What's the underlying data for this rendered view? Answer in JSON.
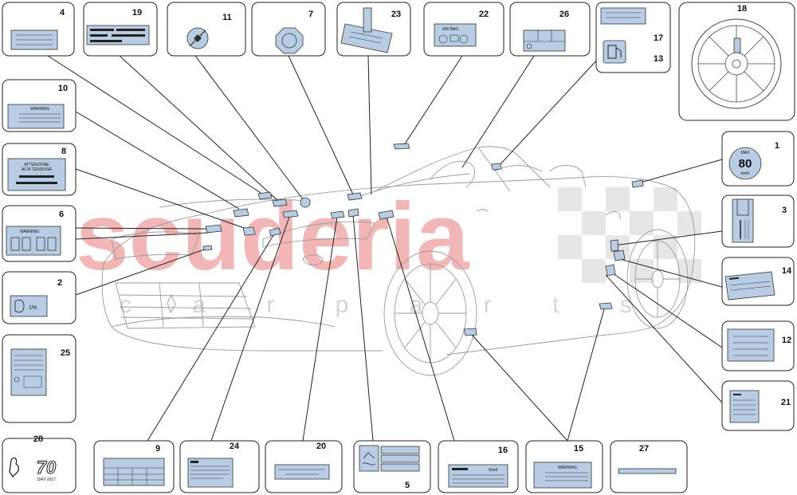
{
  "watermark": {
    "main": "scuderia",
    "sub": "c a r p a r t s"
  },
  "callouts": {
    "c1": "1",
    "c2": "2",
    "c3": "3",
    "c4": "4",
    "c5": "5",
    "c6": "6",
    "c7": "7",
    "c8": "8",
    "c9": "9",
    "c10": "10",
    "c11": "11",
    "c12": "12",
    "c13": "13",
    "c14": "14",
    "c15": "15",
    "c16": "16",
    "c17": "17",
    "c18": "18",
    "c19": "19",
    "c20": "20",
    "c21": "21",
    "c22": "22",
    "c23": "23",
    "c24": "24",
    "c25": "25",
    "c26": "26",
    "c27": "27",
    "c28": "28"
  },
  "label_text": {
    "warning": "WARNING",
    "attenzione_line1": "ATTENZIONE",
    "attenzione_line2": "ALTA TENSIONE",
    "airbag": "AIR BAG",
    "max": "MAX",
    "speed": "80",
    "kmh": "km/h",
    "percent": "1%",
    "shell": "Shell",
    "anniversary_number": "70",
    "anniversary_years": "1947-2017"
  },
  "colors": {
    "label_fill": "#b8cde3",
    "watermark": "#f3b6b6",
    "car_outline": "#9a9a9a"
  }
}
